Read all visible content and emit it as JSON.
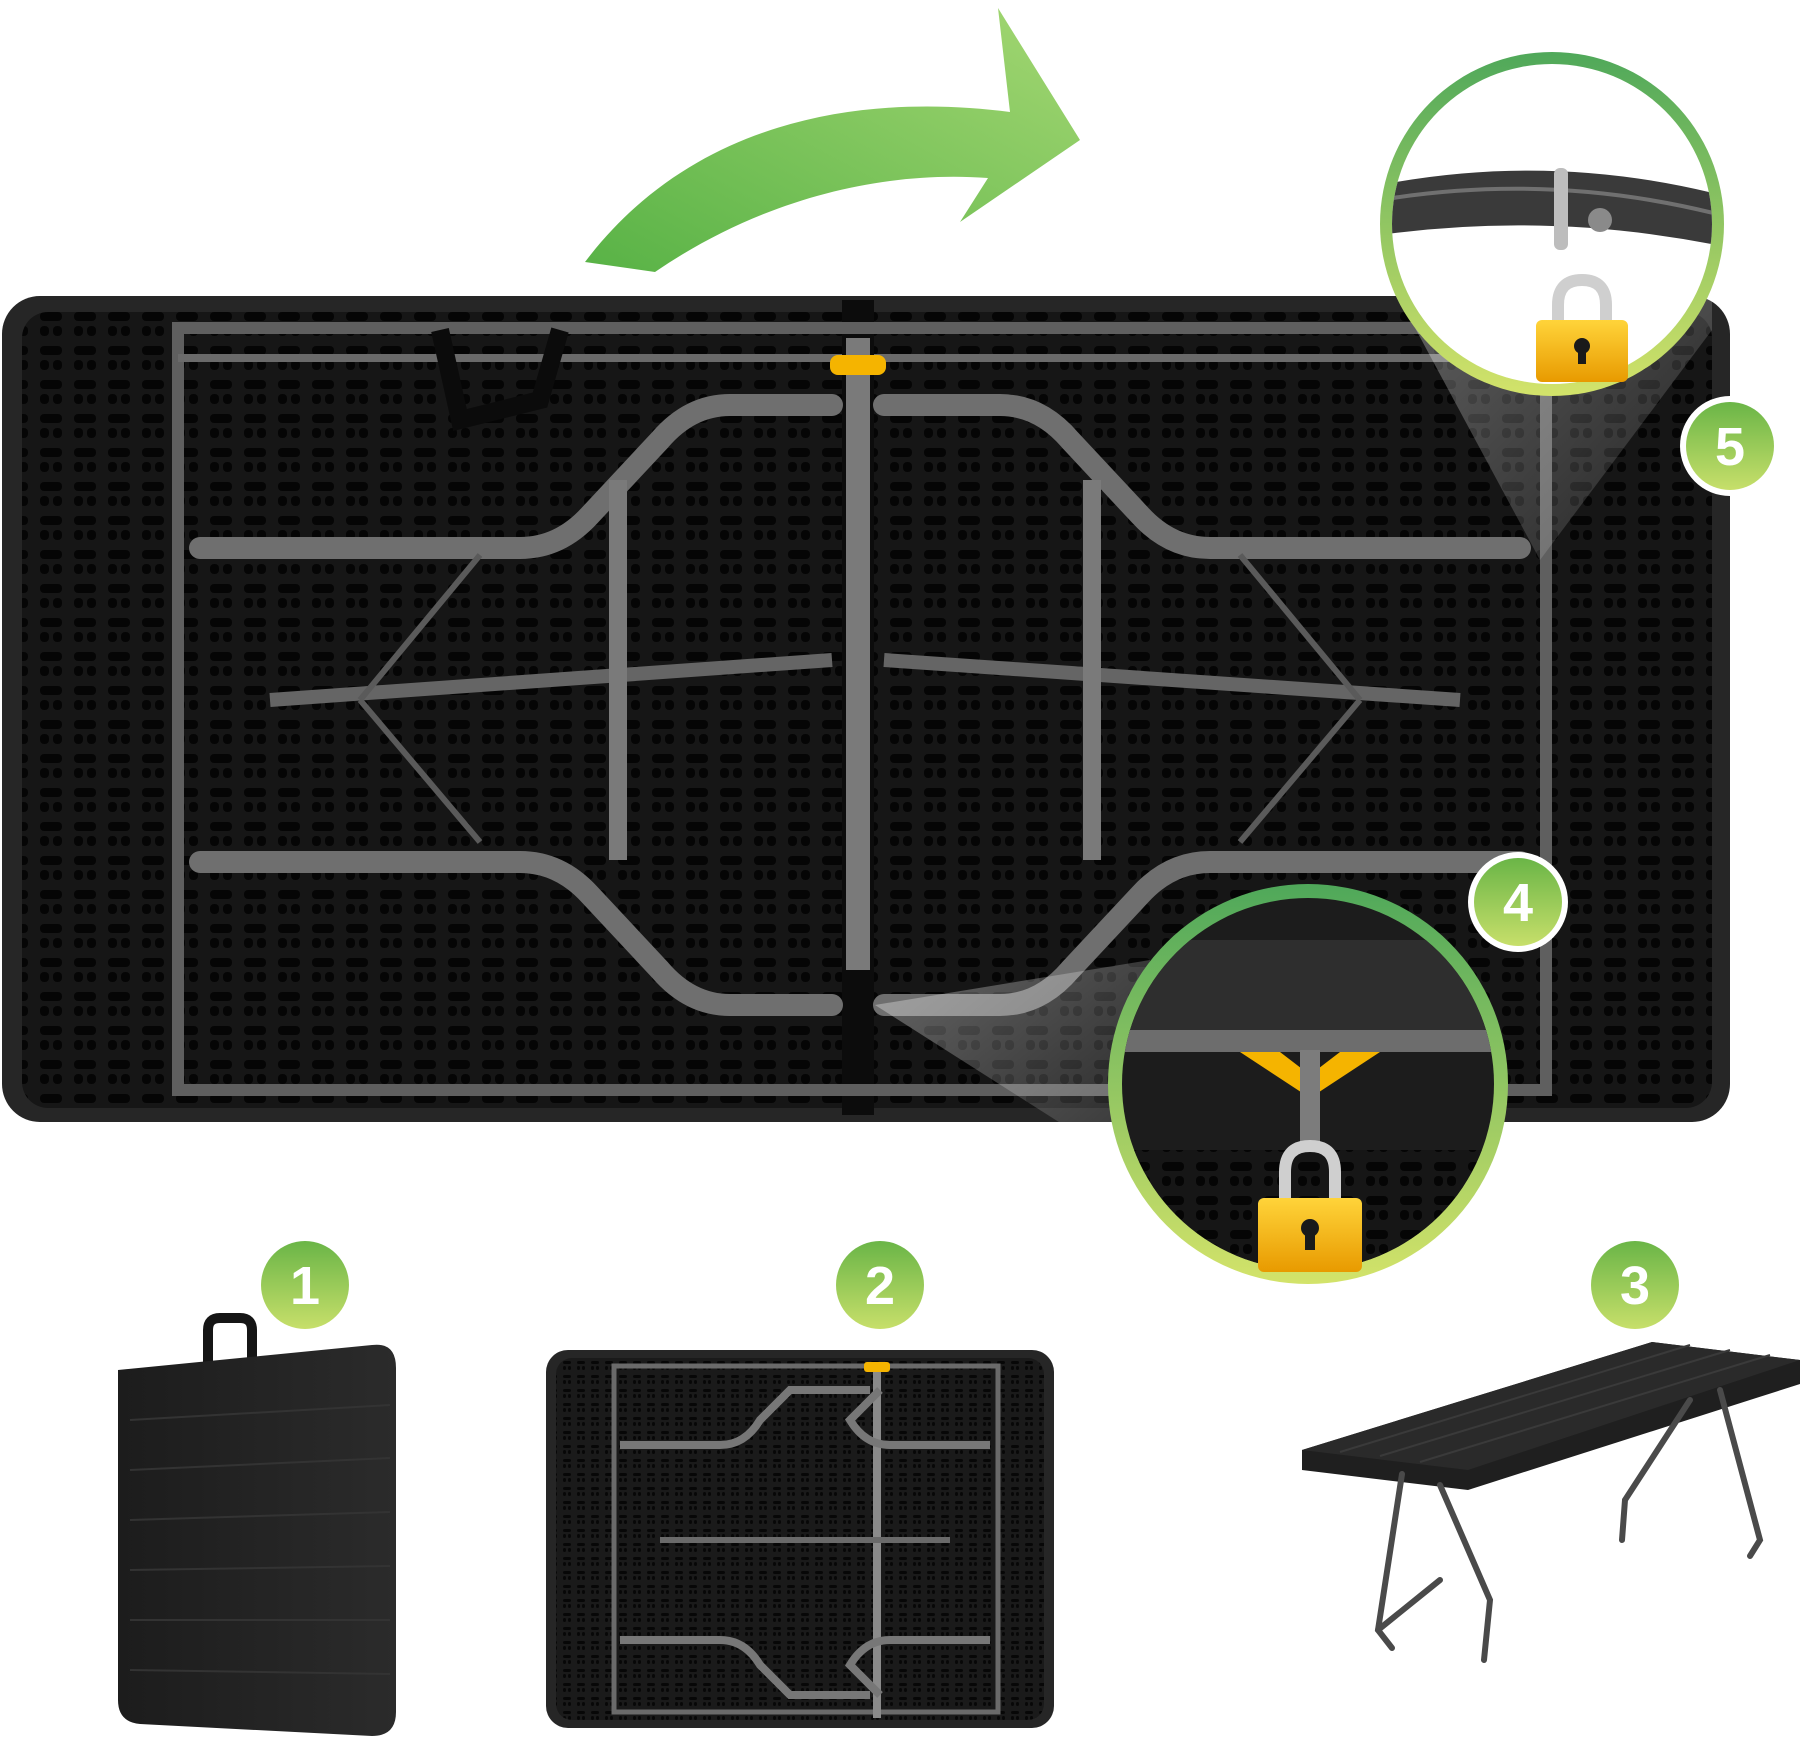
{
  "colors": {
    "background": "#ffffff",
    "table_top": "#1b1b1b",
    "table_edge": "#2a2a2a",
    "frame_metal": "#5a5a5a",
    "accent_green": "#6ab547",
    "accent_lime": "#c7df6a",
    "lock_yellow": "#f2b705",
    "lock_shackle": "#cfcfcf",
    "hinge_yellow": "#f5b400"
  },
  "badges": [
    {
      "label": "1"
    },
    {
      "label": "2"
    },
    {
      "label": "3"
    },
    {
      "label": "4"
    },
    {
      "label": "5"
    }
  ],
  "icons": {
    "arrow": "green-curved-arrow-icon",
    "lock": "padlock-icon"
  }
}
